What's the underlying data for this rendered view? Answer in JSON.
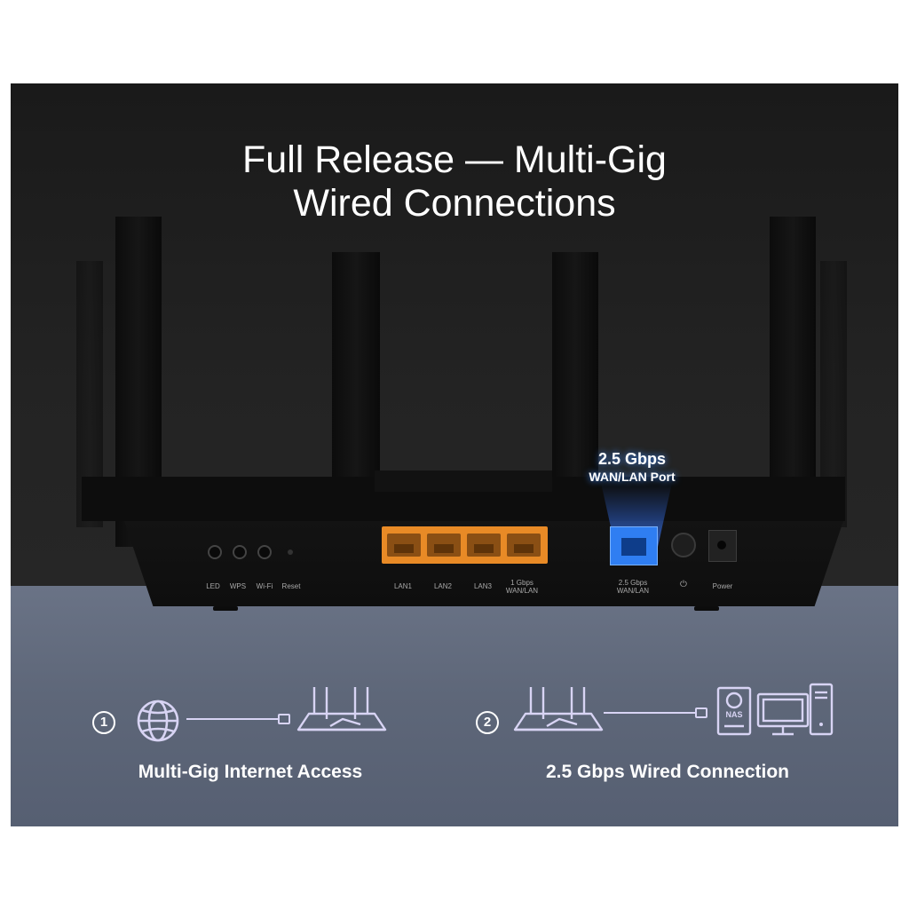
{
  "title": {
    "line1": "Full Release  — Multi-Gig",
    "line2": "Wired Connections"
  },
  "callout": {
    "speed": "2.5 Gbps",
    "port": "WAN/LAN Port"
  },
  "router": {
    "button_labels": [
      "LED",
      "WPS",
      "Wi-Fi",
      "Reset"
    ],
    "lan_labels": [
      "LAN1",
      "LAN2",
      "LAN3"
    ],
    "gig_label_line1": "1 Gbps",
    "gig_label_line2": "WAN/LAN",
    "wan_label_line1": "2.5 Gbps",
    "wan_label_line2": "WAN/LAN",
    "power_symbol": "⏻",
    "power_label": "Power"
  },
  "steps": [
    {
      "number": "1",
      "caption": "Multi-Gig Internet Access"
    },
    {
      "number": "2",
      "caption": "2.5 Gbps Wired Connection"
    }
  ],
  "icons": {
    "globe": "globe-icon",
    "router": "router-icon",
    "nas": "nas-icon",
    "nas_text": "NAS",
    "monitor": "monitor-icon",
    "tower": "pc-tower-icon"
  },
  "colors": {
    "lan_orange": "#e88a26",
    "wan_blue": "#2f7ef2",
    "icon_lilac": "#d8d4f4"
  }
}
